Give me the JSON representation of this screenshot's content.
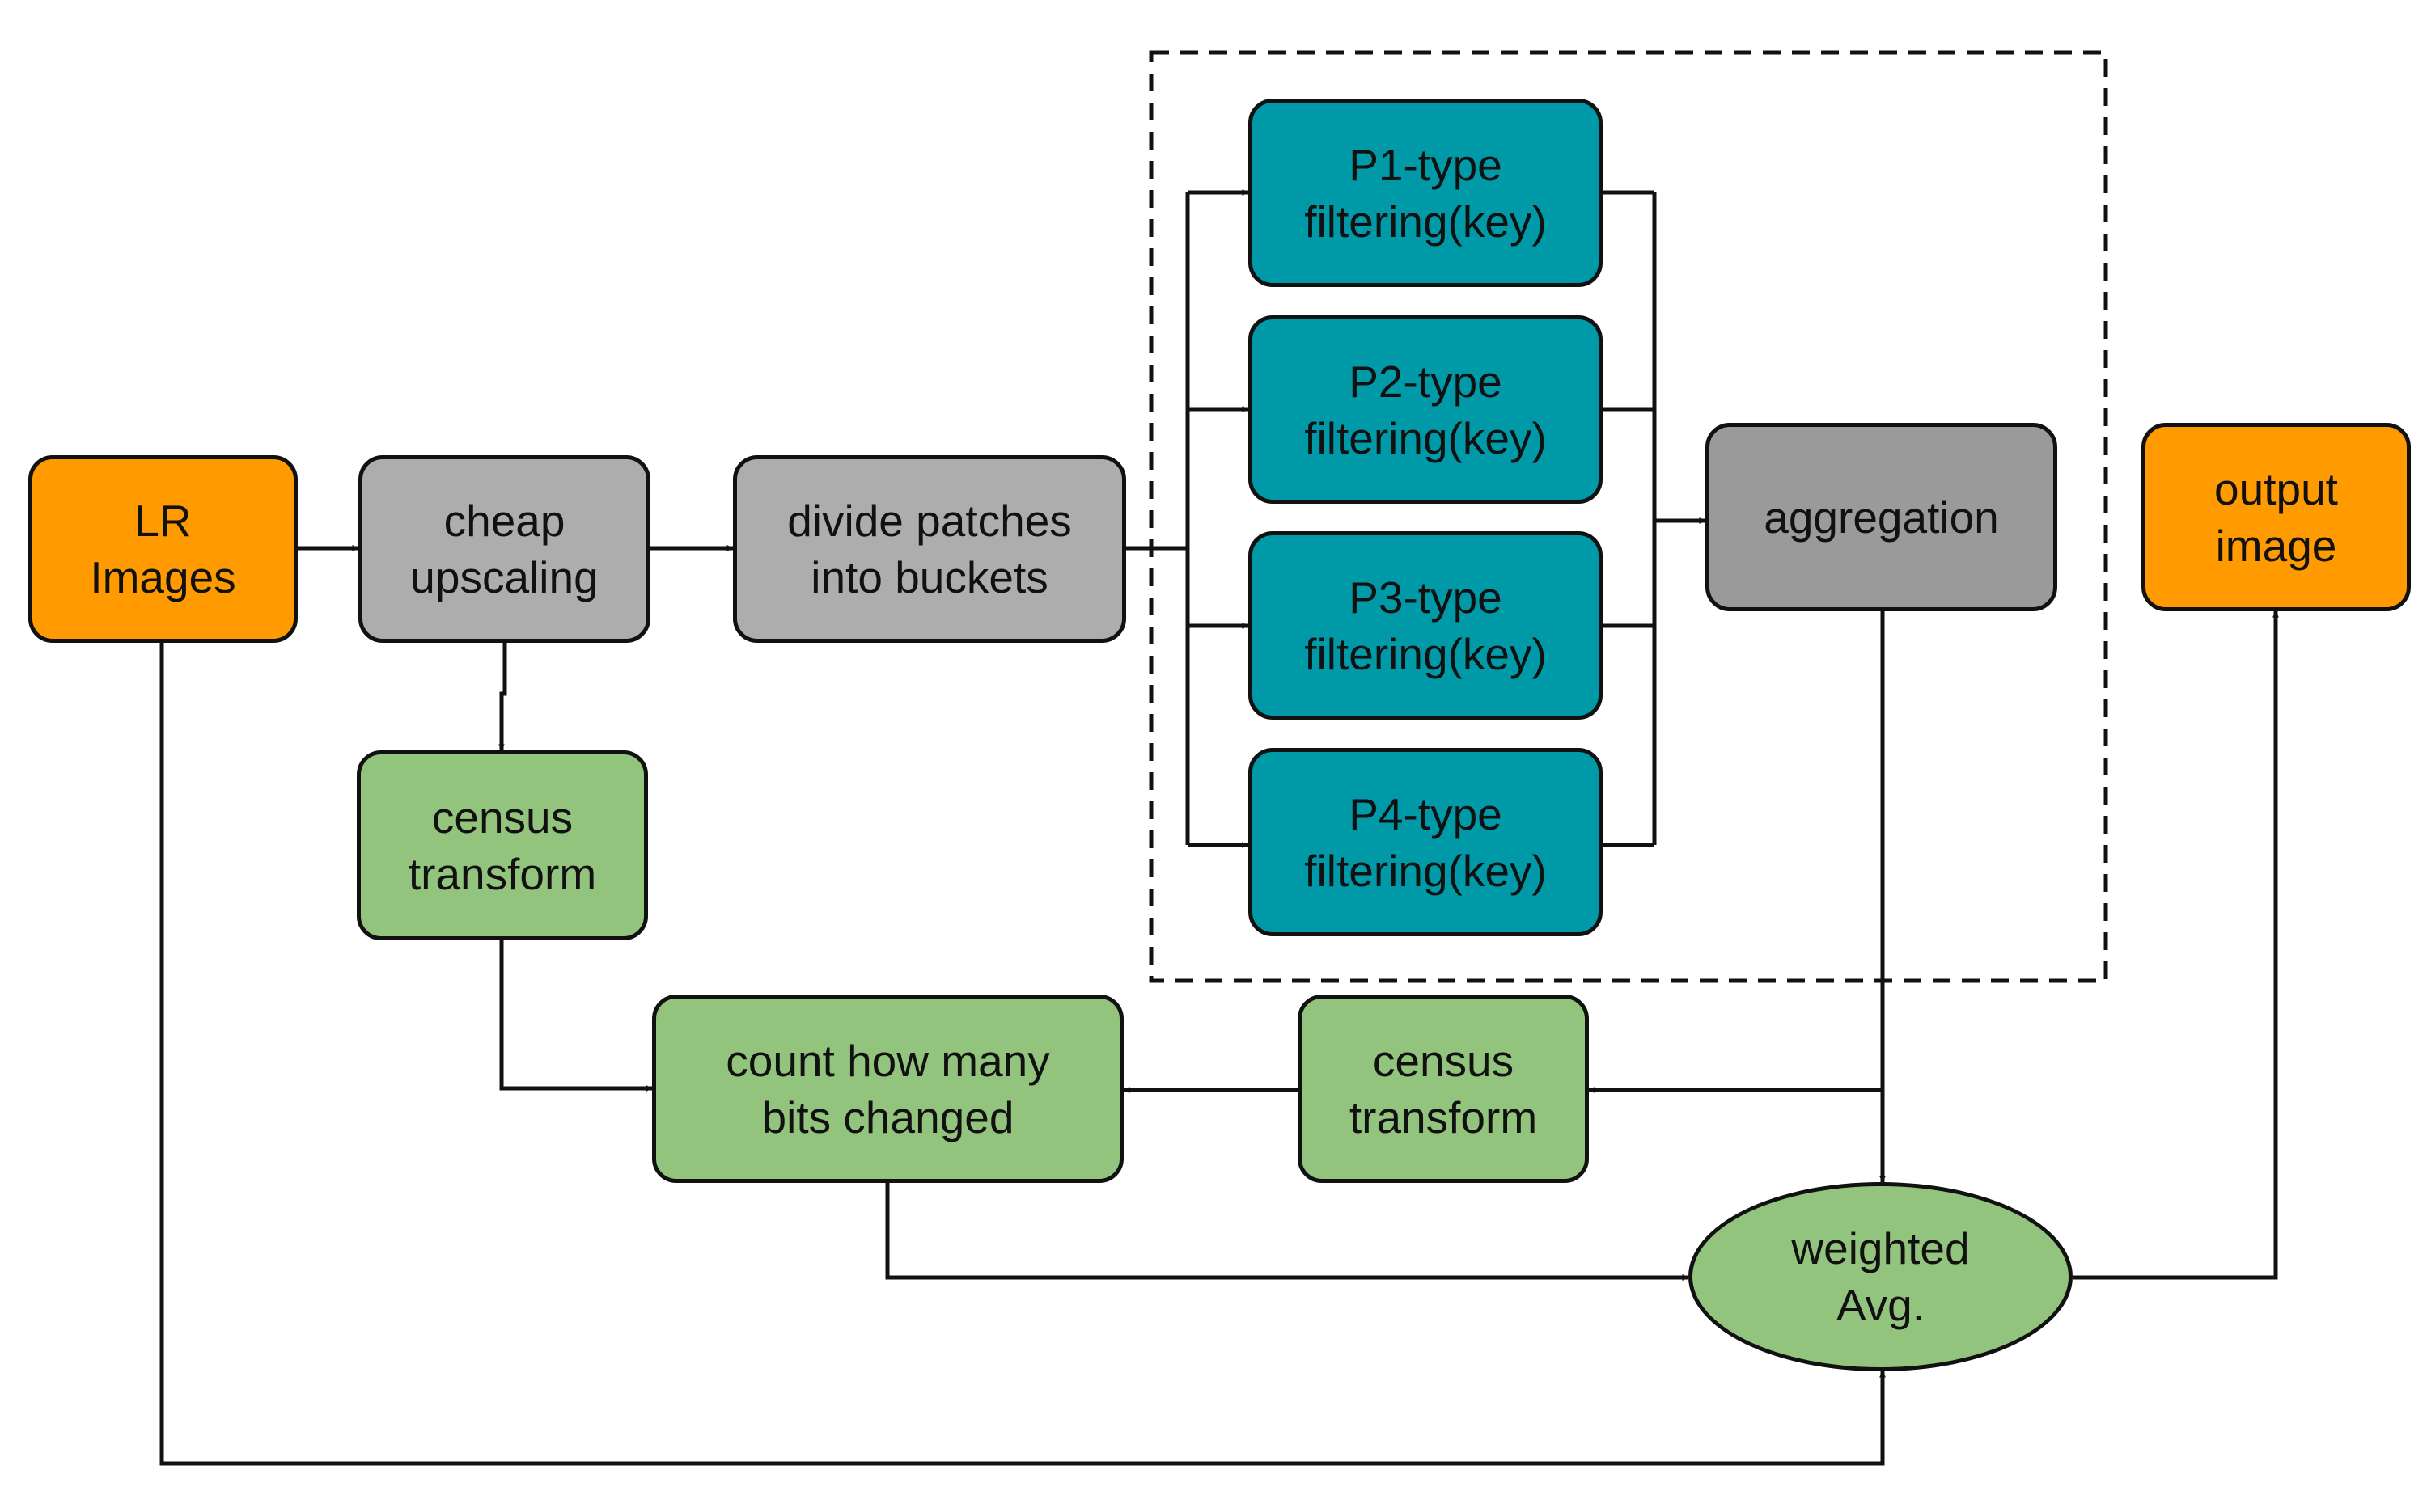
{
  "colors": {
    "io": "#FF9A00",
    "gray": "#ADADAD",
    "gray_dark": "#9A9A9A",
    "teal": "#0099A8",
    "green": "#93C47D",
    "line": "#111111"
  },
  "nodes": {
    "lr_images": {
      "line1": "LR",
      "line2": "Images"
    },
    "cheap_upscaling": {
      "line1": "cheap",
      "line2": "upscaling"
    },
    "divide_patches": {
      "line1": "divide patches",
      "line2": "into buckets"
    },
    "p1": {
      "line1": "P1-type",
      "line2": "filtering(key)"
    },
    "p2": {
      "line1": "P2-type",
      "line2": "filtering(key)"
    },
    "p3": {
      "line1": "P3-type",
      "line2": "filtering(key)"
    },
    "p4": {
      "line1": "P4-type",
      "line2": "filtering(key)"
    },
    "aggregation": {
      "line1": "aggregation"
    },
    "output_image": {
      "line1": "output",
      "line2": "image"
    },
    "census_left": {
      "line1": "census",
      "line2": "transform"
    },
    "count_bits": {
      "line1": "count how many",
      "line2": "bits changed"
    },
    "census_right": {
      "line1": "census",
      "line2": "transform"
    },
    "weighted_avg": {
      "line1": "weighted",
      "line2": "Avg."
    }
  }
}
